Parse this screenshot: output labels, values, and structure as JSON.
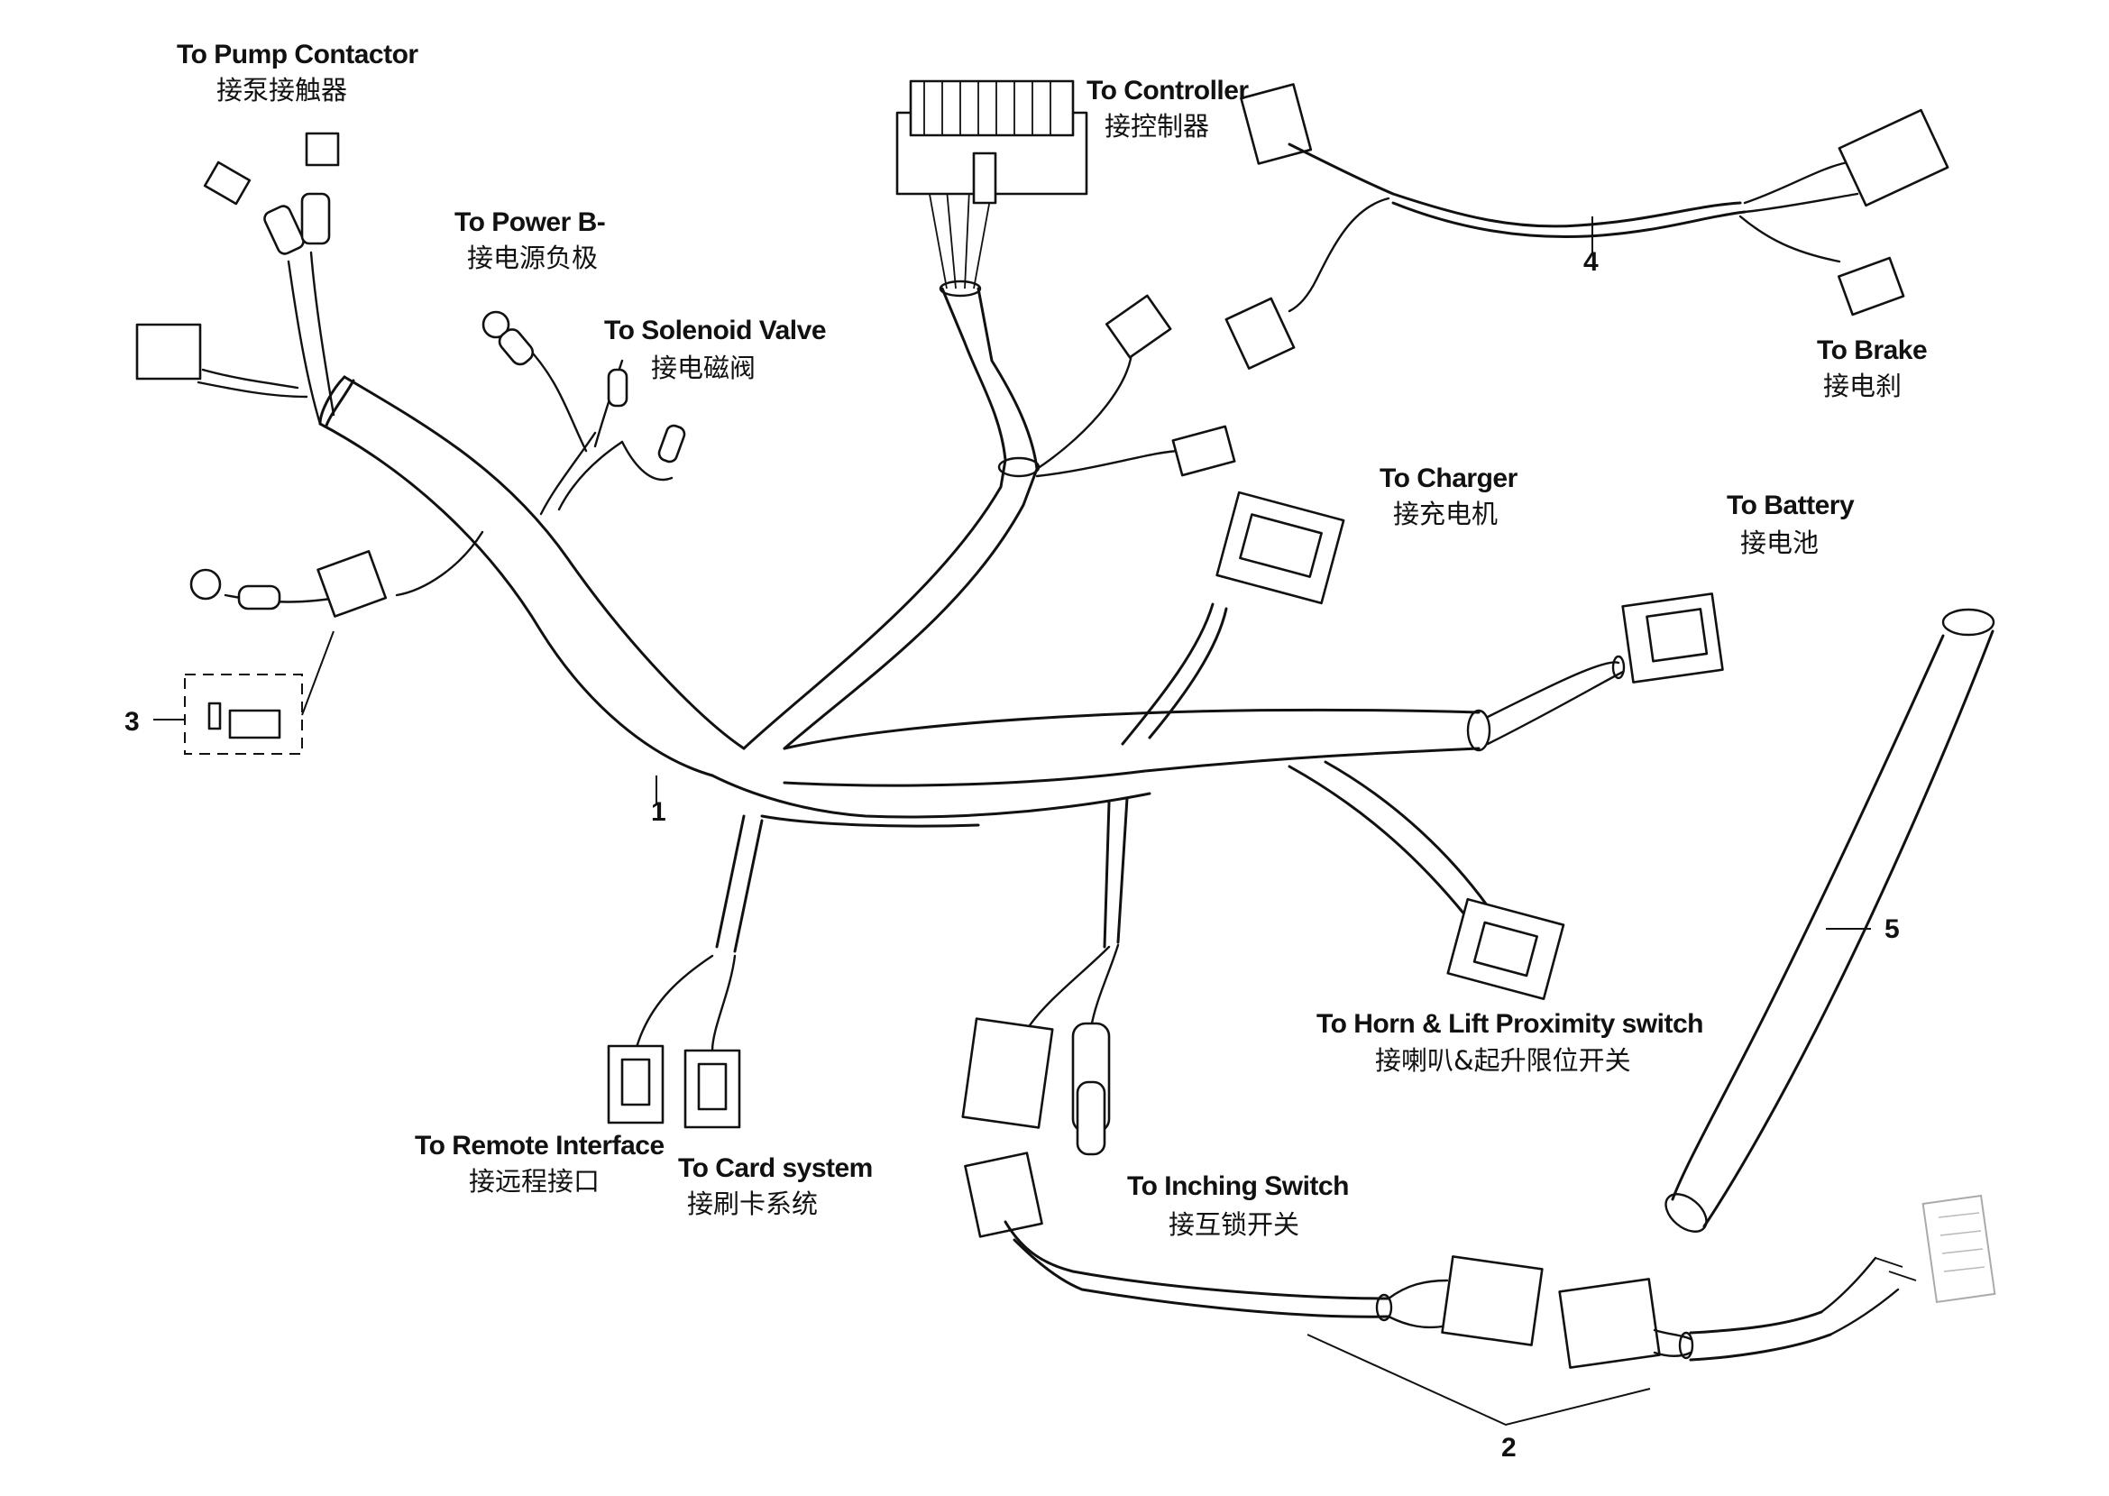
{
  "labels": {
    "pump_contactor": {
      "en": "To Pump Contactor",
      "cn": "接泵接触器"
    },
    "power_b": {
      "en": "To Power B-",
      "cn": "接电源负极"
    },
    "solenoid_valve": {
      "en": "To Solenoid Valve",
      "cn": "接电磁阀"
    },
    "controller": {
      "en": "To Controller",
      "cn": "接控制器"
    },
    "brake": {
      "en": "To  Brake",
      "cn": "接电刹"
    },
    "charger": {
      "en": "To Charger",
      "cn": "接充电机"
    },
    "battery": {
      "en": "To Battery",
      "cn": "接电池"
    },
    "horn_lift": {
      "en": "To Horn  &  Lift Proximity switch",
      "cn": "接喇叭&起升限位开关"
    },
    "remote_interface": {
      "en": "To  Remote Interface",
      "cn": "接远程接口"
    },
    "card_system": {
      "en": "To Card system",
      "cn": "接刷卡系统"
    },
    "inching_switch": {
      "en": "To  Inching Switch",
      "cn": "接互锁开关"
    }
  },
  "callouts": [
    "1",
    "2",
    "3",
    "4",
    "5"
  ]
}
